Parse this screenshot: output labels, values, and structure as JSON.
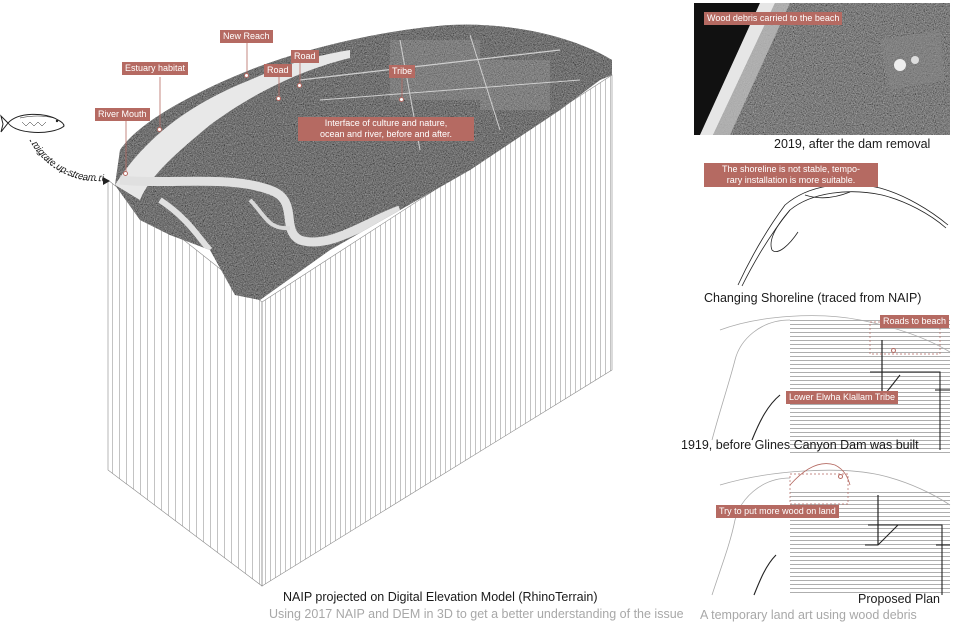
{
  "main_model": {
    "labels": {
      "new_reach": "New Reach",
      "estuary": "Estuary habitat",
      "road_1": "Road",
      "road_2": "Road",
      "tribe": "Tribe",
      "river_mouth": "River Mouth",
      "interface_line1": "Interface of culture and nature,",
      "interface_line2": "ocean and river, before and after."
    },
    "fish_path_text": "migrate up-stream river",
    "caption": "NAIP projected on Digital Elevation Model (RhinoTerrain)",
    "subcaption": "Using 2017 NAIP and DEM in 3D  to get a better understanding of the issue"
  },
  "panels": {
    "photo_2019": {
      "tag": "Wood debris carried to the beach",
      "caption": "2019, after the dam removal"
    },
    "shoreline": {
      "tag_line1": "The shoreline is not stable, tempo-",
      "tag_line2": "rary installation is more suitable.",
      "caption": "Changing Shoreline (traced from NAIP)"
    },
    "plan_1919": {
      "tag_roads": "Roads to beach",
      "tag_tribe": "Lower Elwha Klallam Tribe",
      "caption": "1919, before Glines Canyon Dam was built"
    },
    "proposed": {
      "tag": "Try to put more wood on land",
      "caption": "Proposed Plan",
      "subcaption": "A temporary land art using wood debris"
    }
  },
  "colors": {
    "accent": "#b56a62",
    "subtext": "#a8a8a8"
  }
}
